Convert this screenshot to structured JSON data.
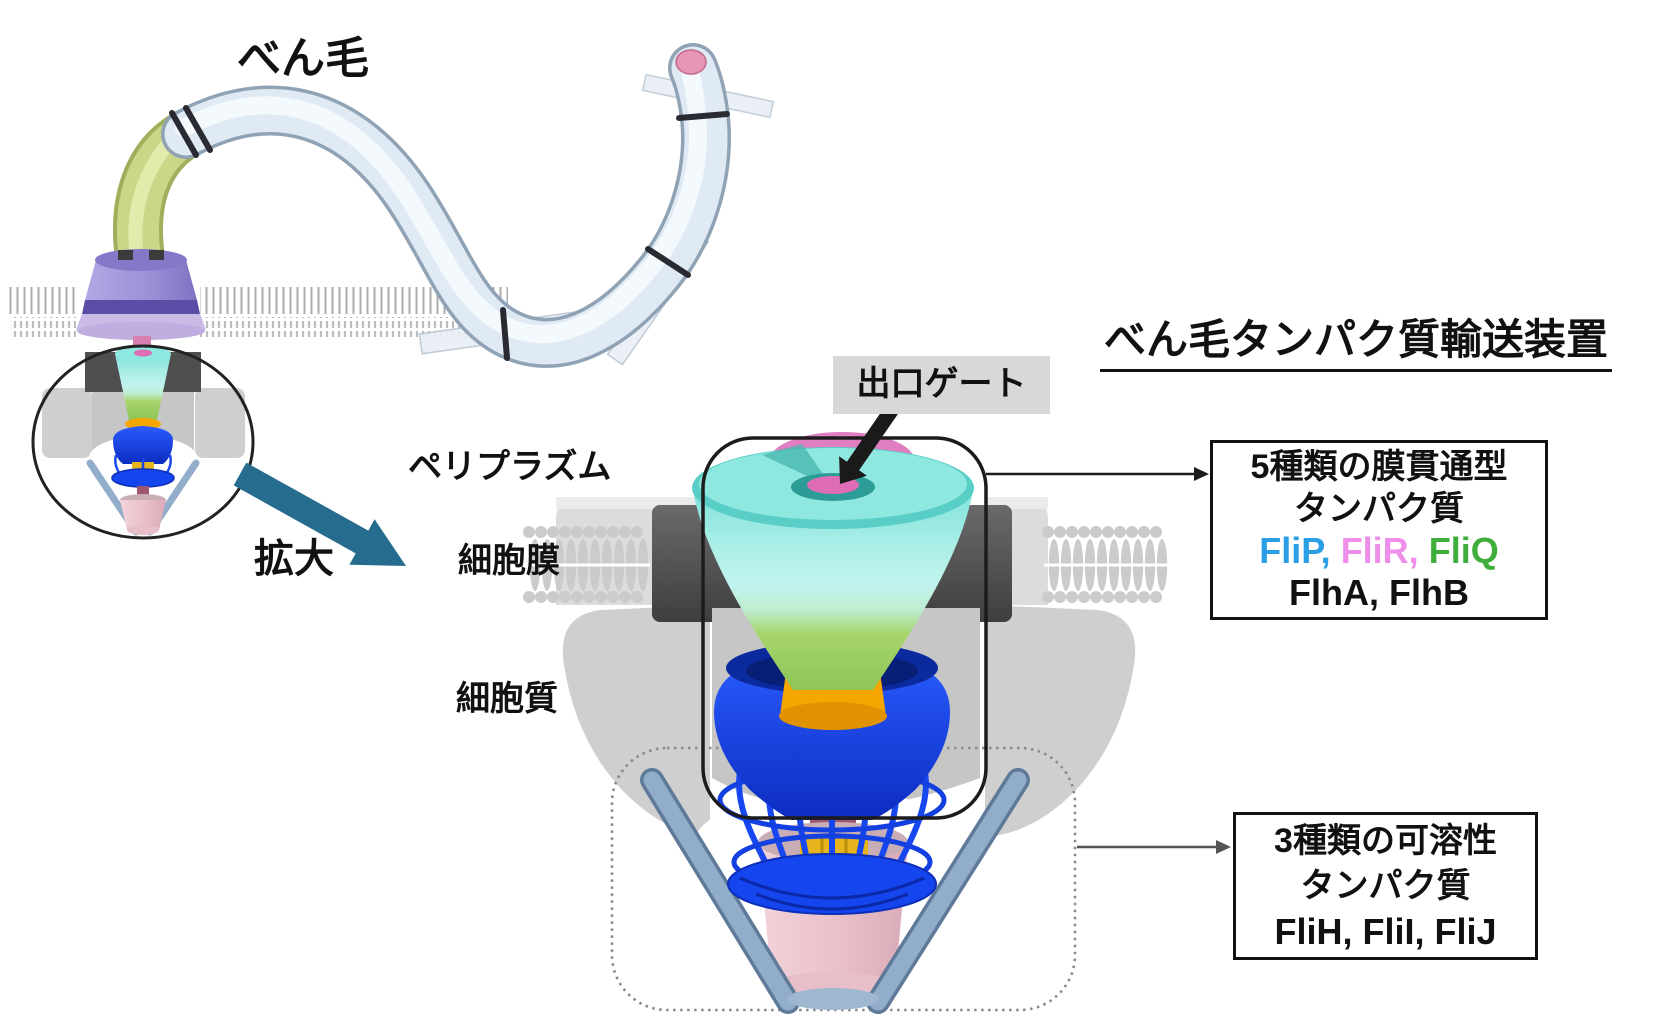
{
  "overview": {
    "flagellum_label": "べん毛",
    "zoom_label": "拡大"
  },
  "diagram": {
    "exit_gate_label": "出口ゲート",
    "periplasm_label": "ペリプラズム",
    "membrane_label": "細胞膜",
    "cytoplasm_label": "細胞質"
  },
  "title": "べん毛タンパク質輸送装置",
  "transmembrane_box": {
    "line1": "5種類の膜貫通型",
    "line2": "タンパク質",
    "proteins_colored": [
      {
        "text": "FliP,",
        "color": "#2b9fe6",
        "style": "color:#2b9fe6"
      },
      {
        "text": " FliR,",
        "color": "#ee8eea",
        "style": "color:#ee8eea"
      },
      {
        "text": " FliQ",
        "color": "#3fae3c",
        "style": "color:#3fae3c"
      }
    ],
    "proteins_black": "FlhA, FlhB"
  },
  "soluble_box": {
    "line1": "3種類の可溶性",
    "line2": "タンパク質",
    "proteins": "FliH, FliI, FliJ"
  },
  "colors": {
    "fliP_blue": "#2b9fe6",
    "fliR_pink": "#ee8eea",
    "fliQ_green": "#3fae3c",
    "zoom_arrow_teal": "#266c8e",
    "exit_gate_label_bg": "#d8d8d8",
    "funnel_cyan": "#7fe2da",
    "funnel_green": "#a6d56c",
    "collar_orange": "#f6a600",
    "c_ring_blue": "#1545ee",
    "atpase_pink": "#efc9d1",
    "rod_steel_blue": "#92adc9",
    "bell_purple": "#9a8ed6",
    "membrane_dark_gray": "#4f4f4f",
    "membrane_light_gray": "#d6d6d6"
  }
}
